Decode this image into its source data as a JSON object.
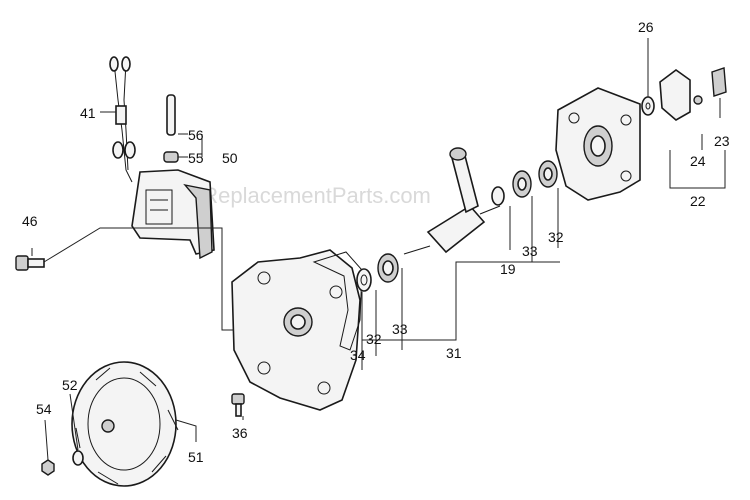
{
  "watermark": "eReplacementParts.com",
  "callouts": {
    "p19": "19",
    "p22": "22",
    "p23": "23",
    "p24": "24",
    "p26": "26",
    "p31": "31",
    "p32a": "32",
    "p32b": "32",
    "p33a": "33",
    "p33b": "33",
    "p34": "34",
    "p36": "36",
    "p41": "41",
    "p46": "46",
    "p50": "50",
    "p51": "51",
    "p52": "52",
    "p54": "54",
    "p55": "55",
    "p56": "56"
  }
}
